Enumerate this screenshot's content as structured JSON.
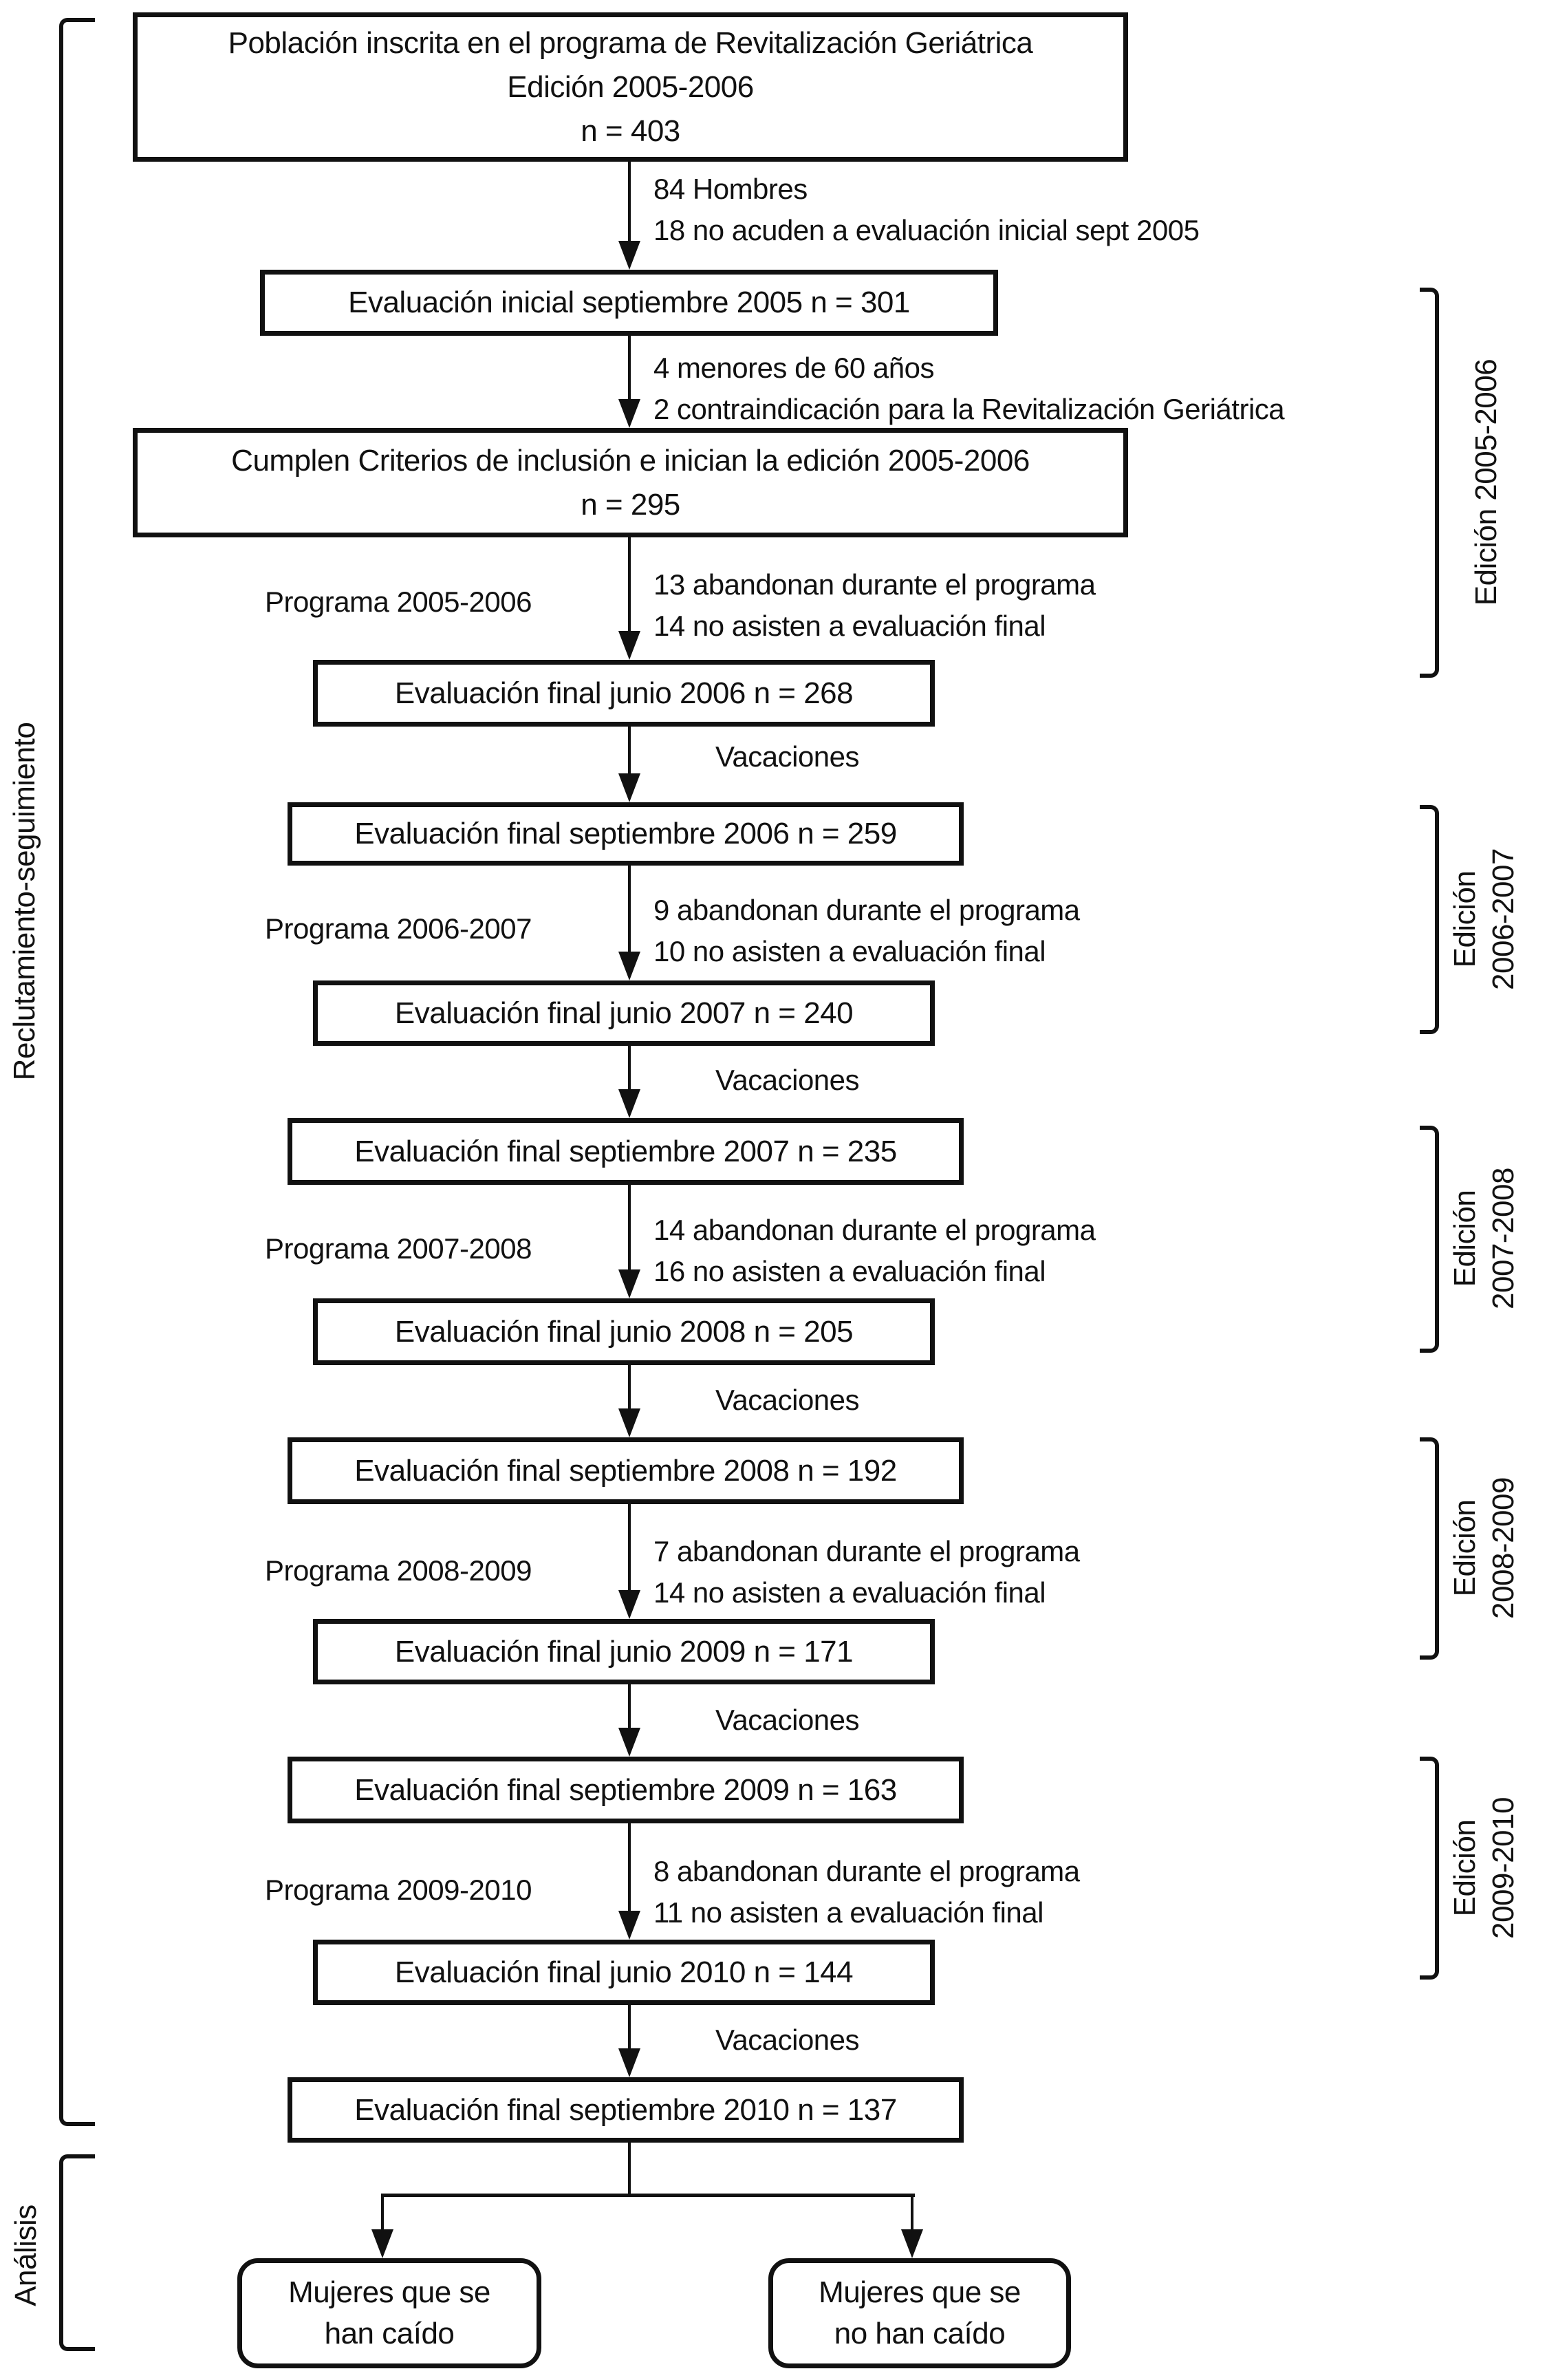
{
  "colors": {
    "ink": "#111111",
    "background": "#ffffff"
  },
  "phase_labels": {
    "recruitment": "Reclutamiento-seguimiento",
    "analysis": "Análisis"
  },
  "edition_labels": [
    {
      "text": "Edición 2005-2006"
    },
    {
      "line1": "Edición",
      "line2": "2006-2007"
    },
    {
      "line1": "Edición",
      "line2": "2007-2008"
    },
    {
      "line1": "Edición",
      "line2": "2008-2009"
    },
    {
      "line1": "Edición",
      "line2": "2009-2010"
    }
  ],
  "flow": {
    "boxes": [
      {
        "line1": "Población inscrita en el programa de Revitalización Geriátrica",
        "line2": "Edición 2005-2006",
        "line3": "n = 403"
      },
      {
        "text": "Evaluación inicial septiembre 2005 n = 301"
      },
      {
        "line1": "Cumplen Criterios de inclusión e inician la edición 2005-2006",
        "line2": "n = 295"
      },
      {
        "text": "Evaluación final junio 2006 n = 268"
      },
      {
        "text": "Evaluación final septiembre 2006 n = 259"
      },
      {
        "text": "Evaluación final junio 2007 n = 240"
      },
      {
        "text": "Evaluación final septiembre 2007 n = 235"
      },
      {
        "text": "Evaluación final junio 2008 n = 205"
      },
      {
        "text": "Evaluación final septiembre 2008 n = 192"
      },
      {
        "text": "Evaluación final junio 2009 n = 171"
      },
      {
        "text": "Evaluación final septiembre 2009 n = 163"
      },
      {
        "text": "Evaluación final junio 2010 n = 144"
      },
      {
        "text": "Evaluación final septiembre 2010 n = 137"
      }
    ],
    "dropouts": [
      {
        "line1": "84 Hombres",
        "line2": "18 no acuden a evaluación inicial sept 2005"
      },
      {
        "line1": "4 menores de 60 años",
        "line2": "2 contraindicación para la Revitalización Geriátrica"
      },
      {
        "line1": "13 abandonan durante el programa",
        "line2": "14 no asisten a evaluación final"
      },
      {
        "line1": "9 abandonan durante el programa",
        "line2": "10 no asisten a evaluación final"
      },
      {
        "line1": "14 abandonan durante el programa",
        "line2": "16 no asisten a evaluación final"
      },
      {
        "line1": "7 abandonan durante el programa",
        "line2": "14 no asisten a evaluación final"
      },
      {
        "line1": "8 abandonan durante el programa",
        "line2": "11 no asisten a evaluación final"
      }
    ],
    "programs": [
      {
        "label": "Programa 2005-2006"
      },
      {
        "label": "Programa 2006-2007"
      },
      {
        "label": "Programa 2007-2008"
      },
      {
        "label": "Programa 2008-2009"
      },
      {
        "label": "Programa 2009-2010"
      }
    ],
    "vacation_label": "Vacaciones",
    "outcomes": [
      {
        "line1": "Mujeres que se",
        "line2": "han caído"
      },
      {
        "line1": "Mujeres que se",
        "line2": "no han caído"
      }
    ]
  }
}
